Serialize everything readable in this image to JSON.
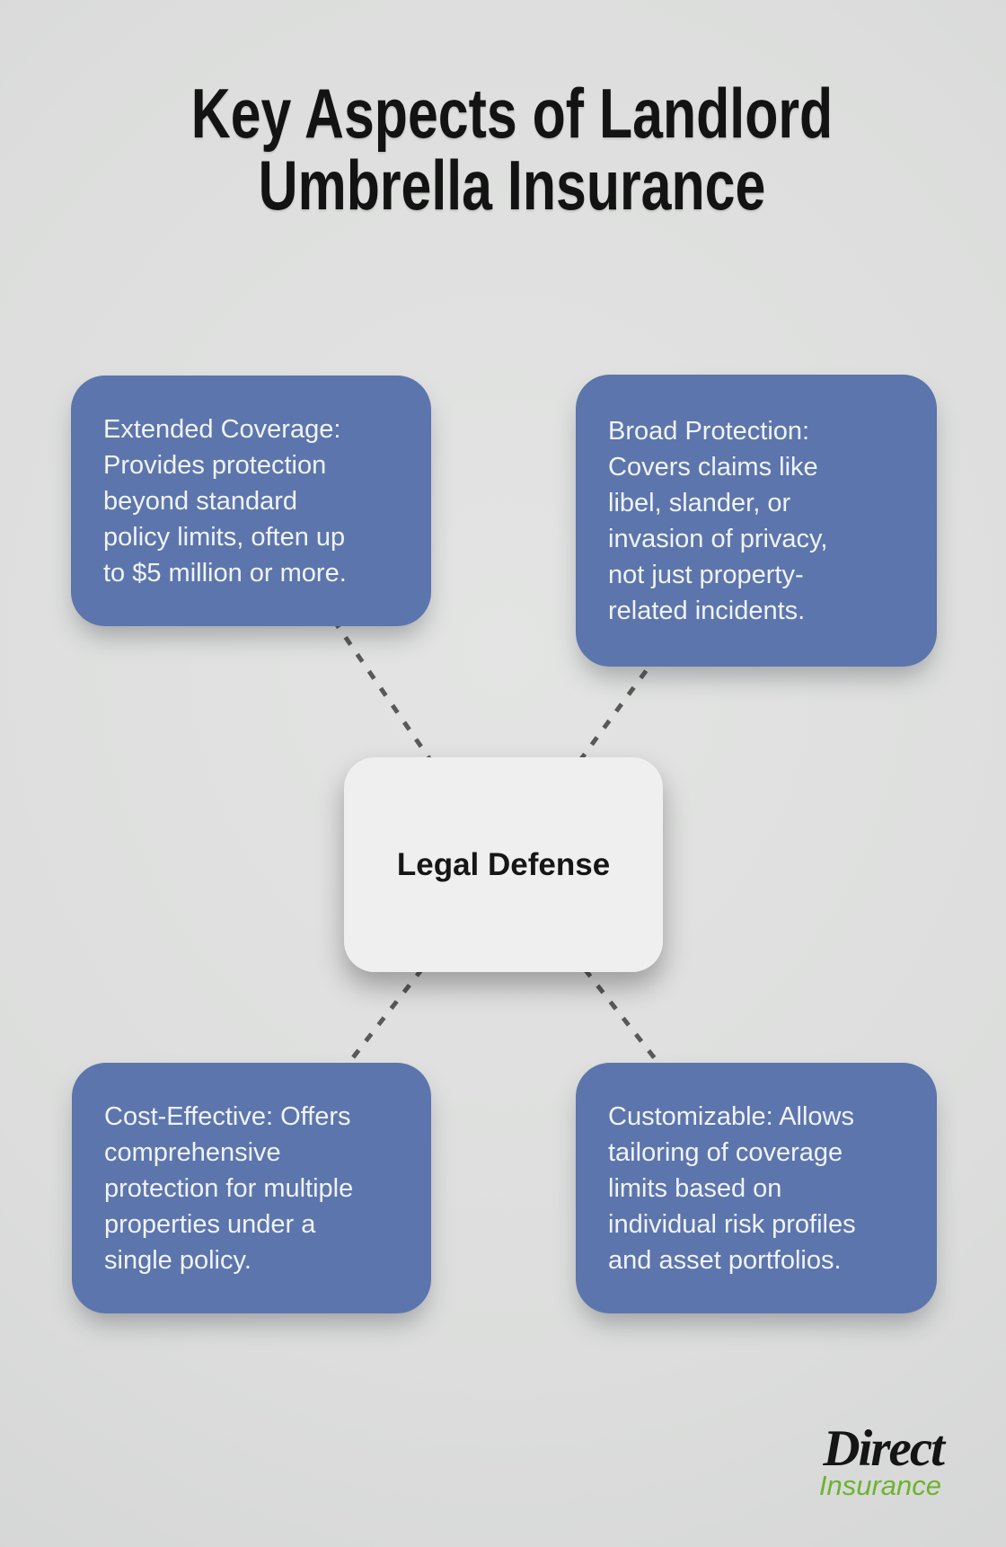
{
  "page": {
    "background_color": "#dcdddd",
    "title": "Key Aspects of Landlord\nUmbrella Insurance",
    "title_color": "#131313"
  },
  "diagram": {
    "center_node": {
      "label": "Legal Defense"
    },
    "nodes": [
      {
        "id": "extended-coverage",
        "position": "top-left",
        "text": "Extended Coverage:\nProvides protection\nbeyond standard\npolicy limits, often up\nto $5 million or more."
      },
      {
        "id": "broad-protection",
        "position": "top-right",
        "text": "Broad Protection:\nCovers claims like\nlibel, slander, or\ninvasion of privacy,\nnot just property-\nrelated incidents."
      },
      {
        "id": "cost-effective",
        "position": "bottom-left",
        "text": "Cost-Effective: Offers\ncomprehensive\nprotection for multiple\nproperties under a\nsingle policy."
      },
      {
        "id": "customizable",
        "position": "bottom-right",
        "text": "Customizable: Allows\ntailoring of coverage\nlimits based on\nindividual risk profiles\nand asset portfolios."
      }
    ],
    "colors": {
      "node_fill": "#5c75ac",
      "node_text": "#f0f3f8",
      "center_fill": "#efeff0",
      "center_text": "#161616",
      "connector": "#595959"
    }
  },
  "logo": {
    "brand": "Direct",
    "sub_brand": "Insurance",
    "brand_color": "#151515",
    "sub_brand_color": "#6cb32e"
  }
}
